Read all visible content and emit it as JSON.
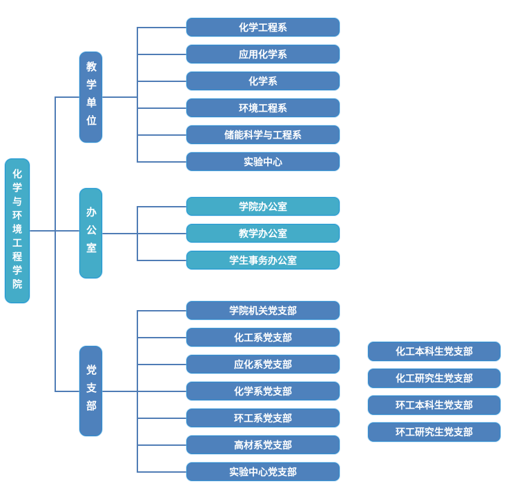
{
  "diagram": {
    "root": {
      "label": "化学与环境工程学院",
      "style": "teal"
    },
    "groups": [
      {
        "label": "教学单位",
        "style": "blue",
        "children": [
          {
            "label": "化学工程系",
            "style": "blue"
          },
          {
            "label": "应用化学系",
            "style": "blue"
          },
          {
            "label": "化学系",
            "style": "blue"
          },
          {
            "label": "环境工程系",
            "style": "blue"
          },
          {
            "label": "储能科学与工程系",
            "style": "blue"
          },
          {
            "label": "实验中心",
            "style": "blue"
          }
        ]
      },
      {
        "label": "办公室",
        "style": "teal",
        "children": [
          {
            "label": "学院办公室",
            "style": "teal"
          },
          {
            "label": "教学办公室",
            "style": "teal"
          },
          {
            "label": "学生事务办公室",
            "style": "teal"
          }
        ]
      },
      {
        "label": "党支部",
        "style": "blue",
        "children": [
          {
            "label": "学院机关党支部",
            "style": "blue"
          },
          {
            "label": "化工系党支部",
            "style": "blue"
          },
          {
            "label": "应化系党支部",
            "style": "blue"
          },
          {
            "label": "化学系党支部",
            "style": "blue"
          },
          {
            "label": "环工系党支部",
            "style": "blue"
          },
          {
            "label": "高材系党支部",
            "style": "blue"
          },
          {
            "label": "实验中心党支部",
            "style": "blue"
          }
        ]
      }
    ],
    "standalone_nodes": [
      {
        "label": "化工本科生党支部",
        "style": "blue"
      },
      {
        "label": "化工研究生党支部",
        "style": "blue"
      },
      {
        "label": "环工本科生党支部",
        "style": "blue"
      },
      {
        "label": "环工研究生党支部",
        "style": "blue"
      }
    ],
    "colors": {
      "blue_fill": "#4E81BC",
      "blue_border": "#2E8BCE",
      "teal_fill": "#44ACC8",
      "teal_border": "#1E95D3",
      "connector": "#4F7CB5",
      "text": "#FFFFFF",
      "background": "#FFFFFF"
    }
  }
}
